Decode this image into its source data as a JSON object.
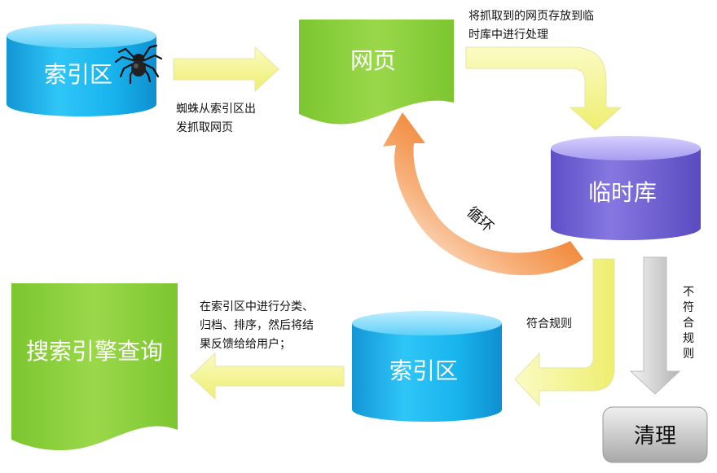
{
  "nodes": {
    "index_top": "索引区",
    "webpage": "网页",
    "temp_db": "临时库",
    "index_bottom": "索引区",
    "search_query": "搜索引擎查询",
    "cleanup": "清理"
  },
  "labels": {
    "crawl": [
      "蜘蛛从索引区出",
      "发抓取网页"
    ],
    "store": [
      "将抓取到的网页存放到临",
      "时库中进行处理"
    ],
    "loop": "循环",
    "match": "符合规则",
    "no_match": [
      "不",
      "符",
      "合",
      "规",
      "则"
    ],
    "indexing": [
      "在索引区中进行分类、",
      "归档、排序，然后将结",
      "果反馈给给用户；"
    ]
  },
  "icons": {
    "spider": "spider-icon"
  },
  "colors": {
    "cylinder_blue": "#18b4ee",
    "doc_green": "#8ccf3c",
    "db_purple": "#7a6bd6",
    "arrow_yellow": "#f4f49a",
    "loop_orange": "#ee6a10",
    "gray_arrow": "#c9c9c9",
    "cleanup_gray": "#bdbdbd"
  }
}
